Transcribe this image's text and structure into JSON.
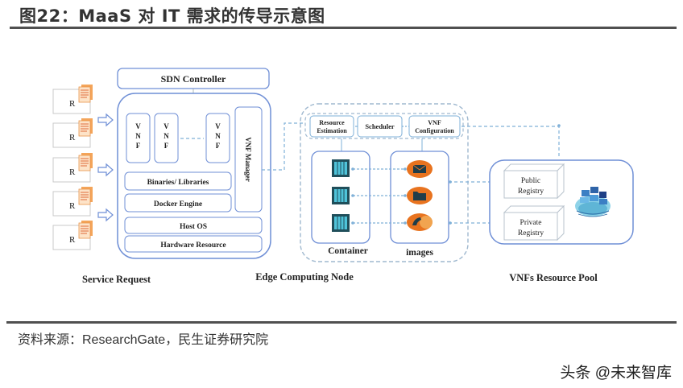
{
  "title": "图22：MaaS 对 IT 需求的传导示意图",
  "source": "资料来源：ResearchGate，民生证券研究院",
  "watermark": "头条 @未来智库",
  "colors": {
    "box_border": "#6f8fd6",
    "dashed_line": "#7fb0d8",
    "orange_icon": "#e8731f",
    "container_icon": "#1f4e5a",
    "rule": "#505050"
  },
  "diagram": {
    "service_request": {
      "label": "Service Request",
      "requests": [
        "R",
        "R",
        "R",
        "R",
        "R"
      ]
    },
    "sdn_controller": "SDN Controller",
    "edge_host": {
      "vnfs": [
        "V\nN\nF",
        "V\nN\nF",
        "V\nN\nF"
      ],
      "vnf_letters": [
        "V",
        "N",
        "F"
      ],
      "vnf_manager": "VNF Manager",
      "binaries": "Binaries/ Libraries",
      "docker_engine": "Docker Engine",
      "host_os": "Host OS",
      "hardware": "Hardware Resource"
    },
    "edge_node": {
      "label": "Edge Computing Node",
      "pipeline": {
        "resource_estimation": [
          "Resource",
          "Estimation"
        ],
        "scheduler": "Scheduler",
        "vnf_configuration": [
          "VNF",
          "Configuration"
        ]
      },
      "container_label": "Container",
      "images_label": "images",
      "image_icons": [
        "mail-icon",
        "folder-icon",
        "phone-icon"
      ]
    },
    "resource_pool": {
      "label": "VNFs Resource Pool",
      "public_registry": [
        "Public",
        "Registry"
      ],
      "private_registry": [
        "Private",
        "Registry"
      ],
      "docker_logo": "docker-whale-icon"
    }
  }
}
